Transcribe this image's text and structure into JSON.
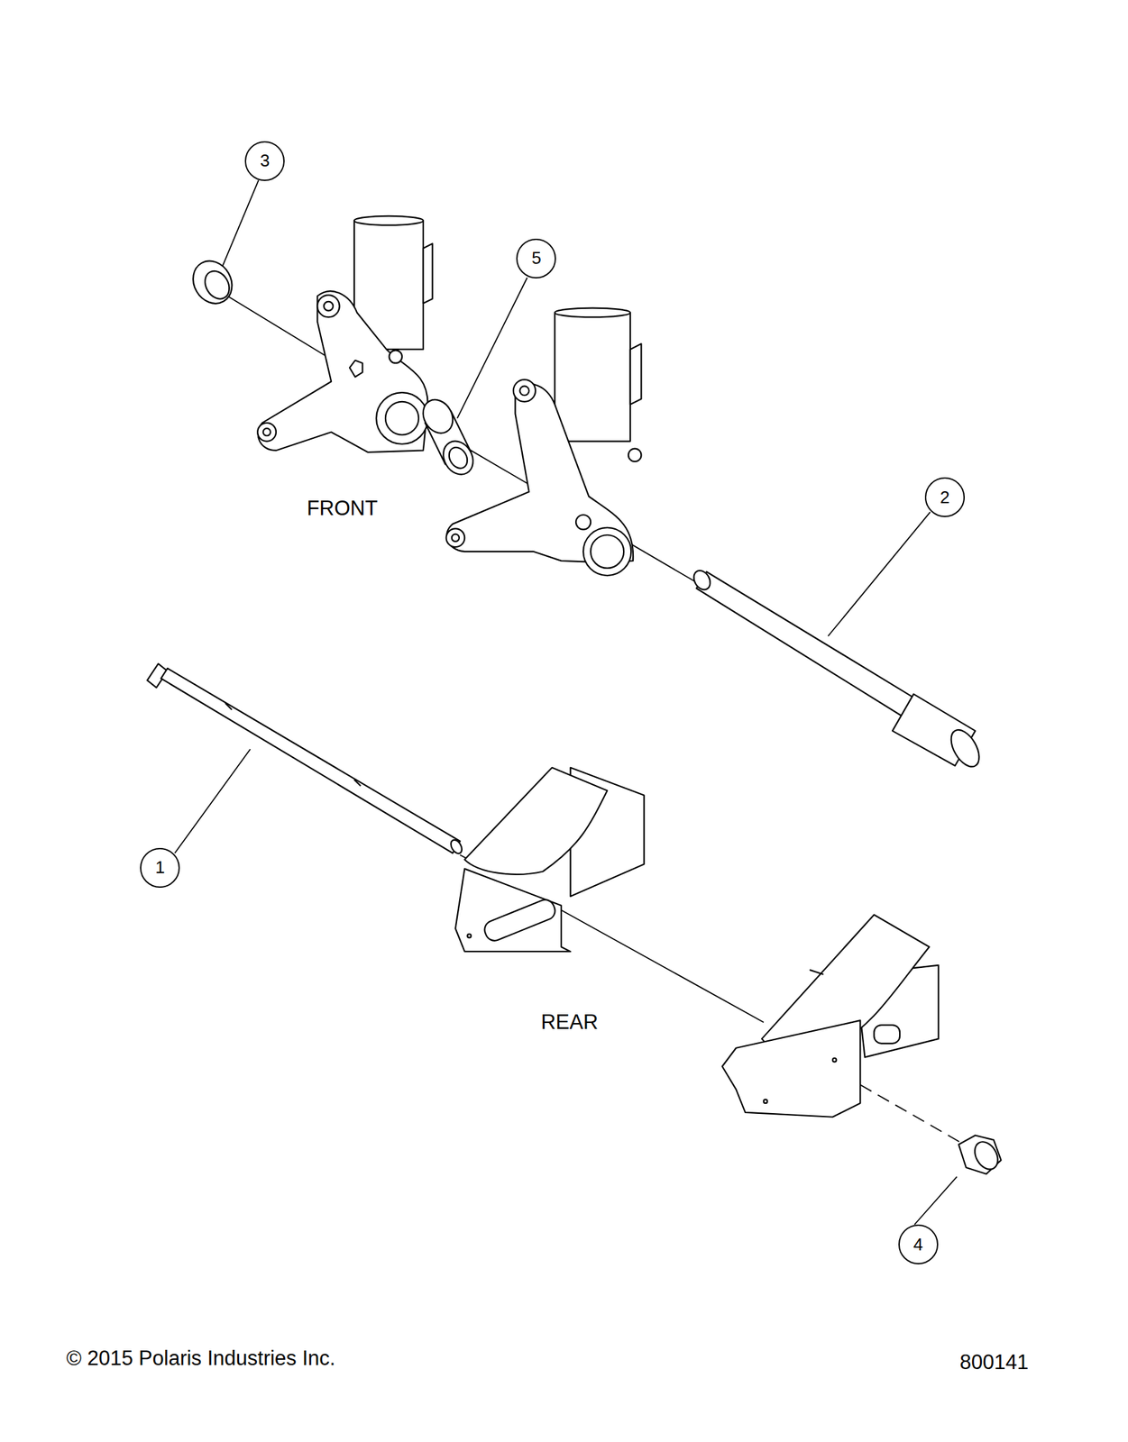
{
  "diagram": {
    "nodes": [
      {
        "text": [
          "3"
        ]
      },
      {
        "text": [
          "5"
        ]
      },
      {
        "text": [
          "2"
        ]
      },
      {
        "text": [
          "1"
        ]
      },
      {
        "text": [
          "4"
        ]
      }
    ],
    "labels": [
      "FRONT",
      "REAR",
      "© 2015 Polaris Industries Inc.",
      "800141"
    ]
  }
}
